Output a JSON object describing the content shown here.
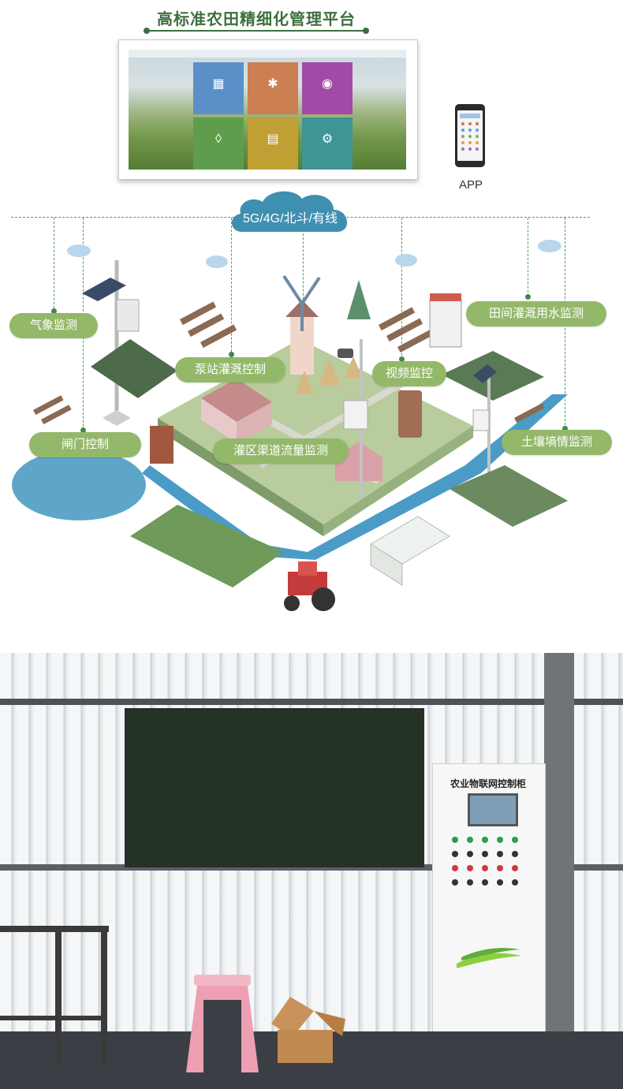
{
  "title": "高标准农田精细化管理平台",
  "app_label": "APP",
  "network_label": "5G/4G/北斗/有线",
  "labels": {
    "weather": "气象监测",
    "pump": "泵站灌溉控制",
    "video": "视频监控",
    "field_water": "田间灌溉用水监测",
    "gate": "闸门控制",
    "canal": "灌区渠道流量监测",
    "soil": "土壤墒情监测"
  },
  "cabinet_label": "农业物联网控制柜",
  "colors": {
    "title": "#3d6f3f",
    "pill": "#93b86a",
    "network_cloud": "#3f8fb0",
    "dashed_line": "#4f9a5a",
    "canal": "#4a9cc7"
  },
  "icons": [
    "windmill",
    "weather-station",
    "pump-station",
    "camera",
    "tractor",
    "greenhouse",
    "pond",
    "livestock-pen"
  ]
}
